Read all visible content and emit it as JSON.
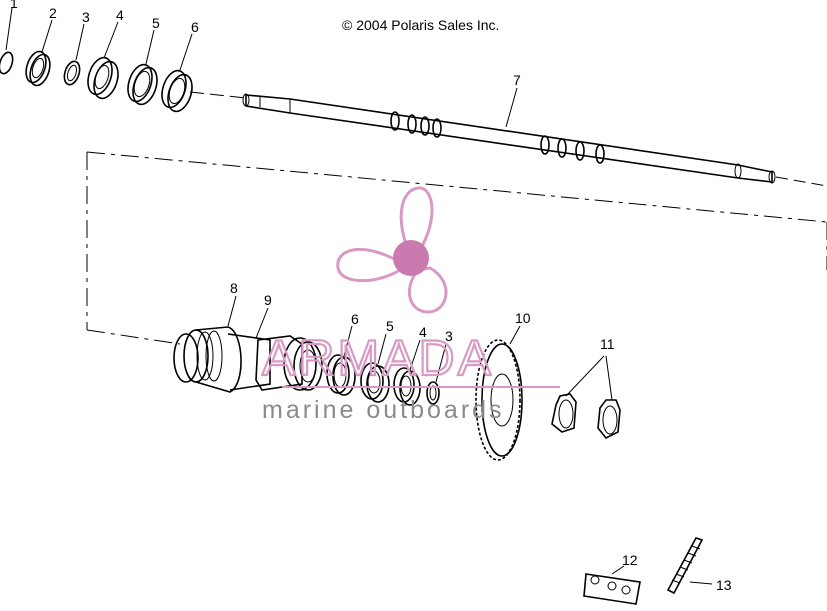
{
  "diagram": {
    "copyright": "© 2004 Polaris Sales Inc.",
    "callouts": [
      "1",
      "2",
      "3",
      "4",
      "5",
      "6",
      "7",
      "6",
      "5",
      "4",
      "3",
      "8",
      "9",
      "10",
      "11",
      "12",
      "13"
    ]
  },
  "watermark": {
    "brand": "ARMADA",
    "tagline": "marine outboards",
    "colors": {
      "pink": "#d89ac4",
      "pink_dark": "#c97bb0",
      "gray": "#8a8a8a"
    },
    "icon": "propeller-logo-icon"
  }
}
